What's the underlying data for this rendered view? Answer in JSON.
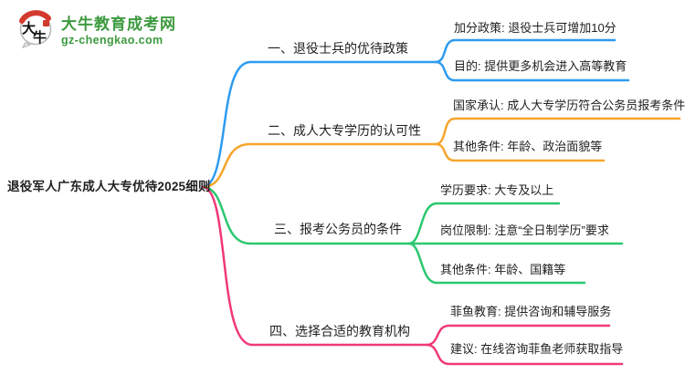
{
  "logo": {
    "site_name": "大牛教育成考网",
    "site_url": "gz-chengkao.com",
    "icon": "daniu-speech-bubble-logo-icon",
    "icon_text_top": "大",
    "icon_text_bottom": "牛"
  },
  "colors": {
    "branch1": "#2e9bf0",
    "branch2": "#f7a52b",
    "branch3": "#2bc76f",
    "branch4": "#f0397b",
    "logo_green": "#3c9a3f",
    "logo_red": "#d23a2e",
    "text": "#1f1f1f"
  },
  "mindmap": {
    "root": "退役军人广东成人大专优待2025细则",
    "branches": [
      {
        "label": "一、退役士兵的优待政策",
        "color": "#2e9bf0",
        "children": [
          "加分政策: 退役士兵可增加10分",
          "目的: 提供更多机会进入高等教育"
        ]
      },
      {
        "label": "二、成人大专学历的认可性",
        "color": "#f7a52b",
        "children": [
          "国家承认: 成人大专学历符合公务员报考条件",
          "其他条件: 年龄、政治面貌等"
        ]
      },
      {
        "label": "三、报考公务员的条件",
        "color": "#2bc76f",
        "children": [
          "学历要求: 大专及以上",
          "岗位限制: 注意“全日制学历”要求",
          "其他条件: 年龄、国籍等"
        ]
      },
      {
        "label": "四、选择合适的教育机构",
        "color": "#f0397b",
        "children": [
          "菲鱼教育: 提供咨询和辅导服务",
          "建议: 在线咨询菲鱼老师获取指导"
        ]
      }
    ]
  }
}
